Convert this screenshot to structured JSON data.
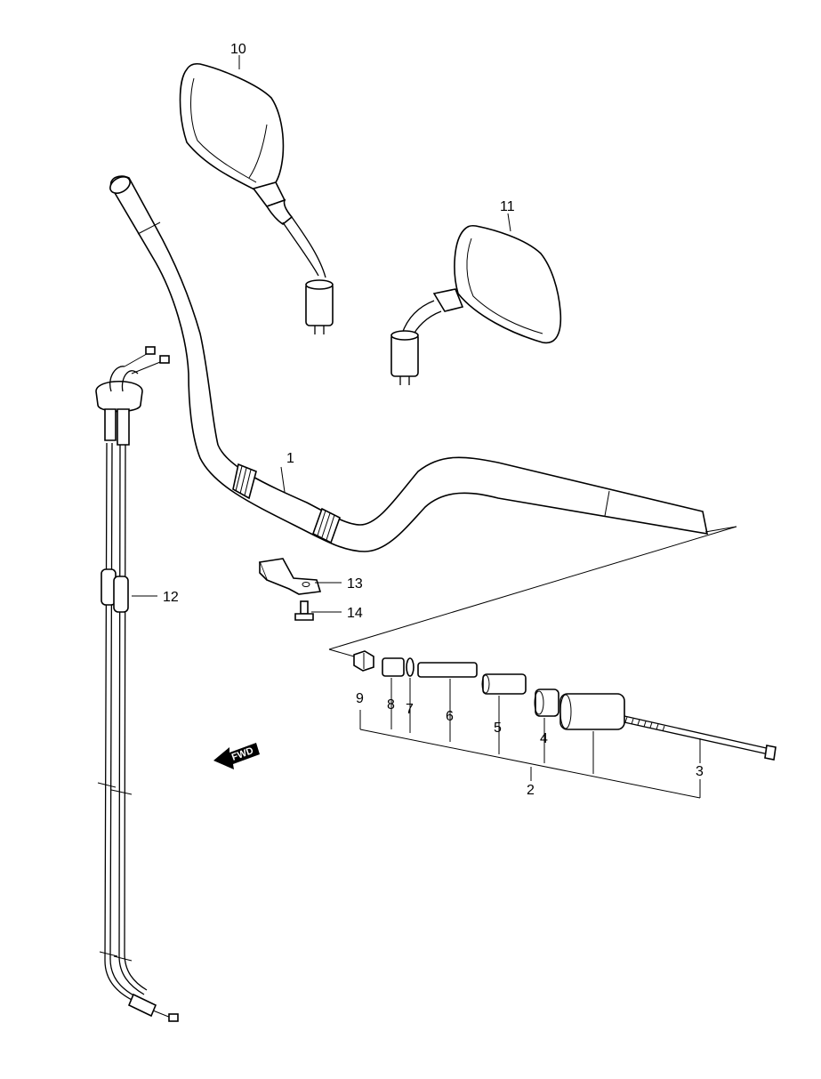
{
  "callouts": {
    "p1": "1",
    "p2": "2",
    "p3": "3",
    "p4": "4",
    "p5": "5",
    "p6": "6",
    "p7": "7",
    "p8": "8",
    "p9": "9",
    "p10": "10",
    "p11": "11",
    "p12": "12",
    "p13": "13",
    "p14": "14"
  },
  "fwd_marker": "FWD"
}
